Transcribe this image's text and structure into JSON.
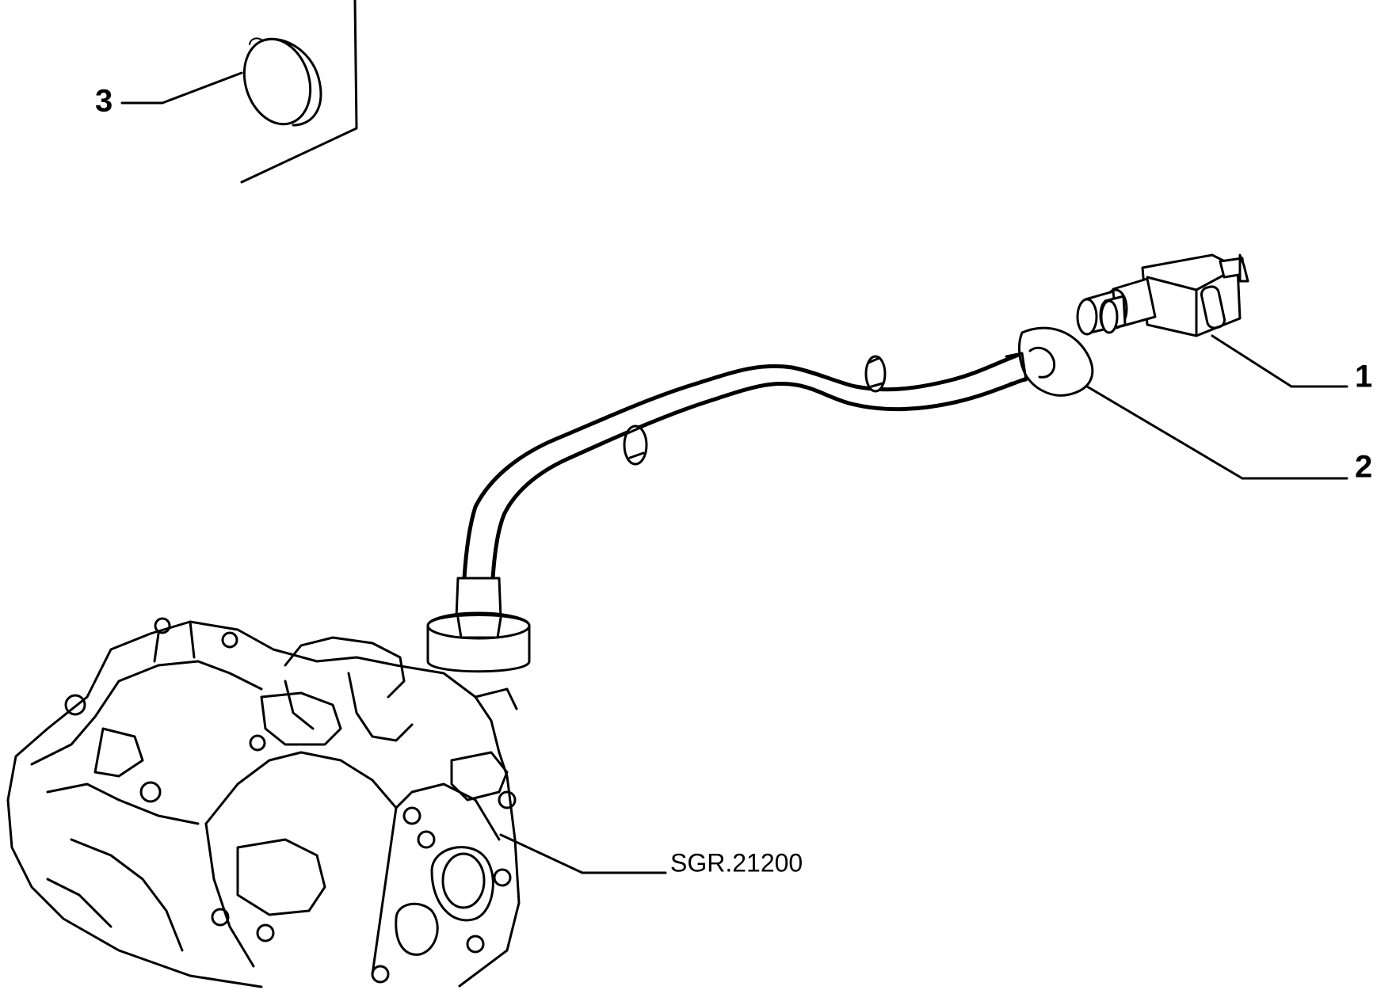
{
  "diagram": {
    "callouts": [
      {
        "id": "1",
        "label": "1"
      },
      {
        "id": "2",
        "label": "2"
      },
      {
        "id": "3",
        "label": "3"
      }
    ],
    "reference_label": "SGR.21200",
    "colors": {
      "line": "#000000",
      "background": "#ffffff"
    }
  }
}
